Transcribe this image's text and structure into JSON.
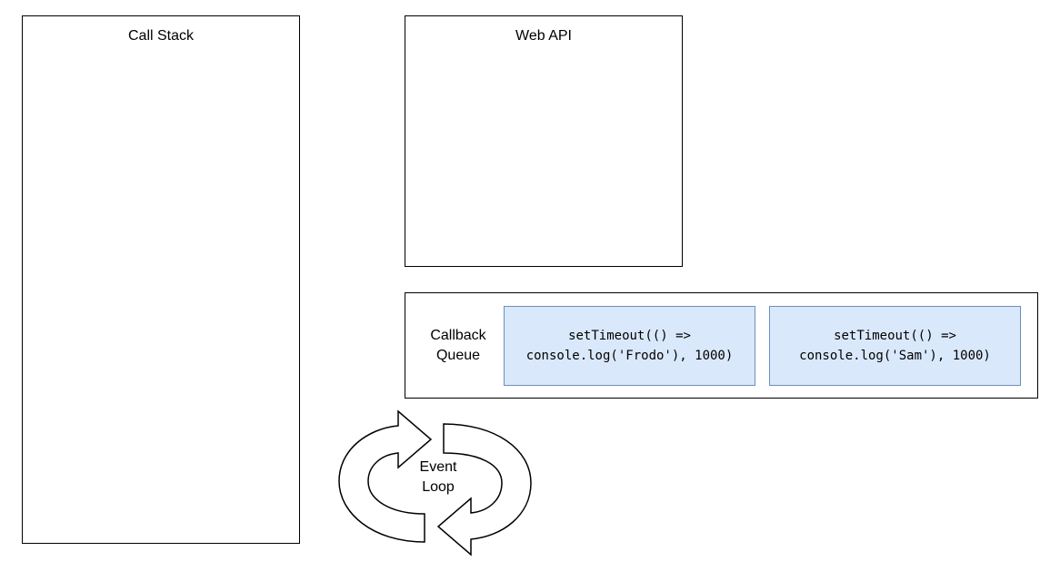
{
  "call_stack": {
    "title": "Call Stack"
  },
  "web_api": {
    "title": "Web API"
  },
  "callback_queue": {
    "label_line1": "Callback",
    "label_line2": "Queue",
    "items": [
      {
        "line1": "setTimeout(() =>",
        "line2": "console.log('Frodo'), 1000)"
      },
      {
        "line1": "setTimeout(() =>",
        "line2": "console.log('Sam'), 1000)"
      }
    ]
  },
  "event_loop": {
    "label_line1": "Event",
    "label_line2": "Loop"
  },
  "colors": {
    "queue_item_fill": "#dae8fc",
    "queue_item_border": "#6c8ebf",
    "outline": "#000000"
  },
  "icons": {
    "event_loop": "circular-arrows-icon"
  }
}
